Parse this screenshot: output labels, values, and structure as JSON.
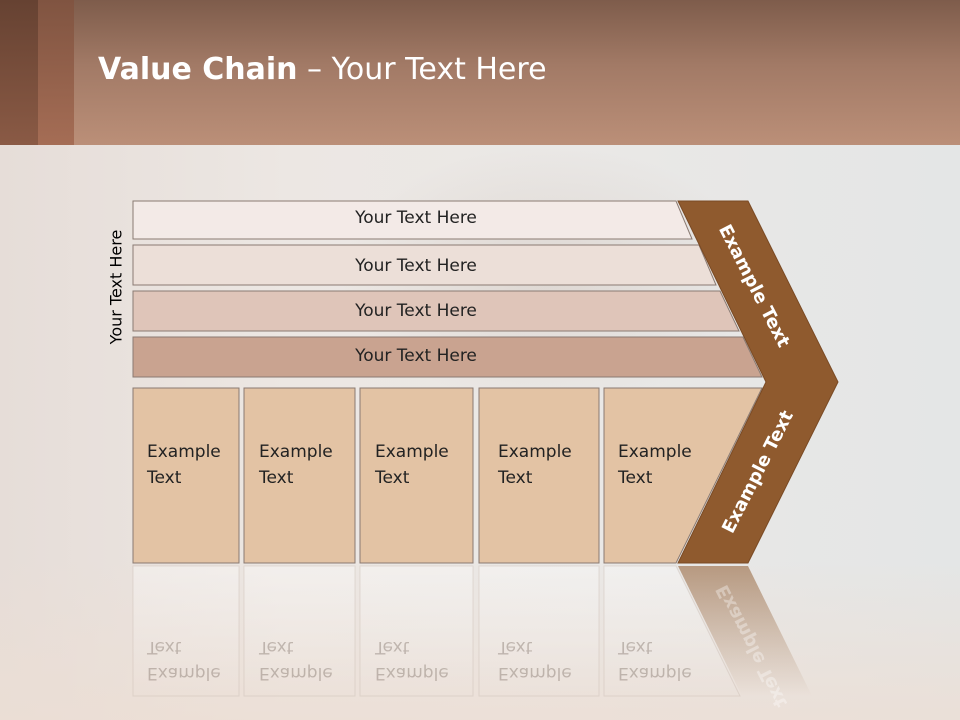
{
  "title": {
    "bold": "Value Chain",
    "rest": " – Your Text Here"
  },
  "side_label": "Your Text Here",
  "rows": [
    "Your Text Here",
    "Your Text Here",
    "Your Text Here",
    "Your Text Here"
  ],
  "cells": [
    {
      "line1": "Example",
      "line2": "Text"
    },
    {
      "line1": "Example",
      "line2": "Text"
    },
    {
      "line1": "Example",
      "line2": "Text"
    },
    {
      "line1": "Example",
      "line2": "Text"
    },
    {
      "line1": "Example",
      "line2": "Text"
    }
  ],
  "chevron": {
    "upper": "Example Text",
    "lower": "Example Text"
  },
  "colors": {
    "header": "#b08672",
    "row1": "#f3eae7",
    "row2": "#ecdfd8",
    "row3": "#dfc5b9",
    "row4": "#c9a390",
    "cell": "#e3c3a4",
    "chevron": "#8f5a2e"
  }
}
